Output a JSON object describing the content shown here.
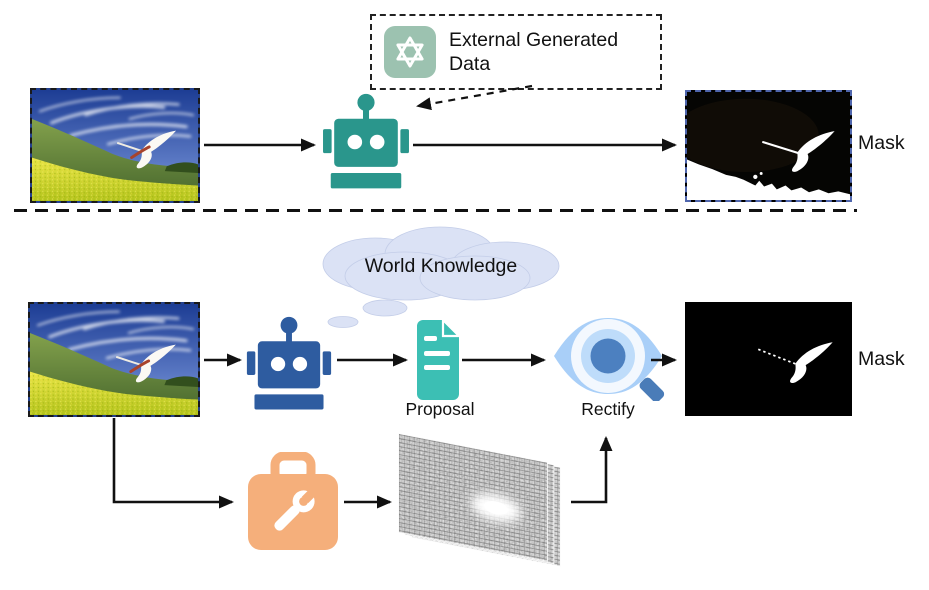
{
  "diagram": {
    "top_row": {
      "external_box_label": "External Generated Data",
      "mask_label": "Mask"
    },
    "bottom_row": {
      "thought_cloud_label": "World Knowledge",
      "proposal_label": "Proposal",
      "rectify_label": "Rectify",
      "mask_label": "Mask"
    }
  },
  "icons": {
    "openai_badge": "openai-logo-icon",
    "top_robot": "robot-icon",
    "bottom_robot": "robot-icon",
    "document": "document-icon",
    "eye": "eye-magnifier-icon",
    "toolbox": "toolbox-wrench-icon",
    "feature_map": "feature-map-grid",
    "thought_cloud": "thought-cloud"
  },
  "colors": {
    "robot_top": "#2a968c",
    "robot_bottom": "#2e5ca0",
    "openai_badge": "#9cc2b0",
    "document": "#3cbfb4",
    "toolbox": "#f5af7b",
    "cloud": "#dbe2f5",
    "eye_light": "#a9cff8",
    "eye_ring": "#bedcfa",
    "eye_pupil": "#4c80c0",
    "eye_handle": "#4a7cb8",
    "arrow": "#111111",
    "mask_border_top": "#4f66ad",
    "mask_border_bottom": "#000000"
  }
}
